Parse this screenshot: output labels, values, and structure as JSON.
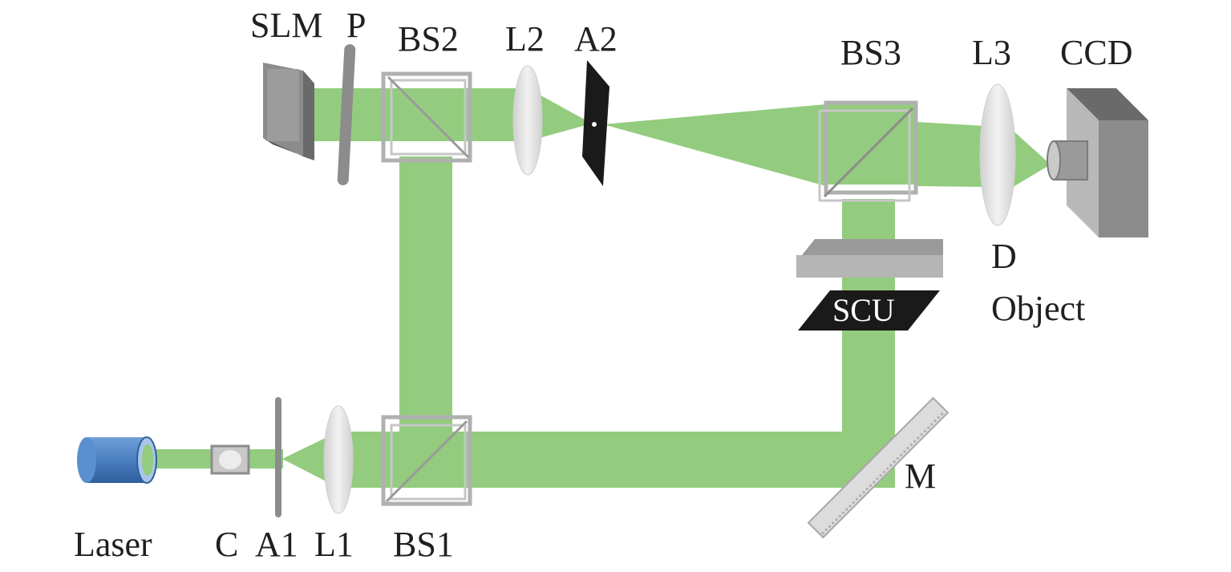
{
  "diagram": {
    "type": "optical-setup",
    "beam_color": "#93cc7e",
    "labels": {
      "slm": "SLM",
      "p": "P",
      "bs2": "BS2",
      "l2": "L2",
      "a2": "A2",
      "bs3": "BS3",
      "l3": "L3",
      "ccd": "CCD",
      "d": "D",
      "object": "Object",
      "scu": "SCU",
      "m": "M",
      "laser": "Laser",
      "c": "C",
      "a1": "A1",
      "l1": "L1",
      "bs1": "BS1"
    },
    "colors": {
      "laser_body": "#4a7fc1",
      "component_gray": "#8c8c8c",
      "lens": "#e3e3e3",
      "aperture": "#1a1a1a",
      "scu_fill": "#1a1a1a",
      "object_plate": "#b5b5b5"
    }
  }
}
